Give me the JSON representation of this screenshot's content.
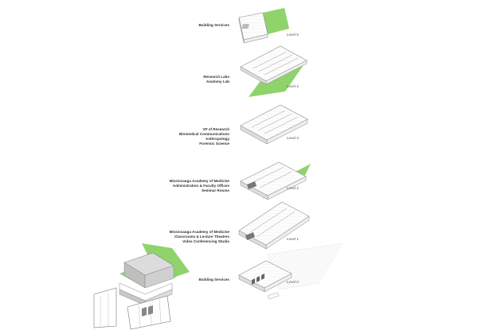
{
  "colors": {
    "green": "#8fd36a",
    "line": "#9a9a9a",
    "dark_line": "#666666",
    "hatch": "#cfcfcf",
    "text": "#333333"
  },
  "levels": [
    {
      "id": "level-5",
      "label": "Level 5",
      "program": [
        "Building Services"
      ]
    },
    {
      "id": "level-4",
      "label": "Level 4",
      "program": [
        "Research Labs",
        "Anatomy Lab"
      ]
    },
    {
      "id": "level-3",
      "label": "Level 3",
      "program": [
        "VP of Research",
        "Biomedical Communications",
        "Anthropology",
        "Forensic Science"
      ]
    },
    {
      "id": "level-2",
      "label": "Level 2",
      "program": [
        "Mississauga Academy  of Medicine",
        "Administration & Faculty Offices",
        "Seminar Rooms"
      ]
    },
    {
      "id": "level-1",
      "label": "Level 1",
      "program": [
        "Mississauga Academy of Medicine",
        "Classrooms & Lecture Theatres",
        "Video Conferencing Studio"
      ]
    },
    {
      "id": "level-0",
      "label": "Level 0",
      "program": [
        "Building Services"
      ]
    }
  ]
}
